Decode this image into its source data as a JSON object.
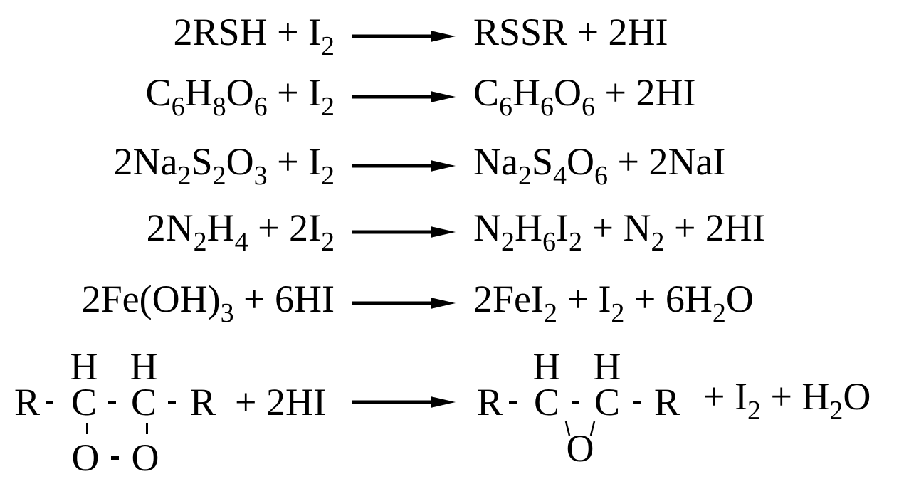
{
  "equations": [
    {
      "lhs": [
        {
          "t": "2RSH + I"
        },
        {
          "s": "2"
        }
      ],
      "rhs": [
        {
          "t": "RSSR + 2HI"
        }
      ]
    },
    {
      "lhs": [
        {
          "t": "C"
        },
        {
          "s": "6"
        },
        {
          "t": "H"
        },
        {
          "s": "8"
        },
        {
          "t": "O"
        },
        {
          "s": "6"
        },
        {
          "t": " + I"
        },
        {
          "s": "2"
        }
      ],
      "rhs": [
        {
          "t": "C"
        },
        {
          "s": "6"
        },
        {
          "t": "H"
        },
        {
          "s": "6"
        },
        {
          "t": "O"
        },
        {
          "s": "6"
        },
        {
          "t": " + 2HI"
        }
      ]
    },
    {
      "lhs": [
        {
          "t": "2Na"
        },
        {
          "s": "2"
        },
        {
          "t": "S"
        },
        {
          "s": "2"
        },
        {
          "t": "O"
        },
        {
          "s": "3"
        },
        {
          "t": " + I"
        },
        {
          "s": "2"
        }
      ],
      "rhs": [
        {
          "t": "Na"
        },
        {
          "s": "2"
        },
        {
          "t": "S"
        },
        {
          "s": "4"
        },
        {
          "t": "O"
        },
        {
          "s": "6"
        },
        {
          "t": " + 2NaI"
        }
      ]
    },
    {
      "lhs": [
        {
          "t": "2N"
        },
        {
          "s": "2"
        },
        {
          "t": "H"
        },
        {
          "s": "4"
        },
        {
          "t": " + 2I"
        },
        {
          "s": "2"
        }
      ],
      "rhs": [
        {
          "t": "N"
        },
        {
          "s": "2"
        },
        {
          "t": "H"
        },
        {
          "s": "6"
        },
        {
          "t": "I"
        },
        {
          "s": "2"
        },
        {
          "t": " + N"
        },
        {
          "s": "2"
        },
        {
          "t": " + 2HI"
        }
      ]
    },
    {
      "lhs": [
        {
          "t": "2Fe(OH)"
        },
        {
          "s": "3"
        },
        {
          "t": " + 6HI"
        }
      ],
      "rhs": [
        {
          "t": "2FeI"
        },
        {
          "s": "2"
        },
        {
          "t": " + I"
        },
        {
          "s": "2"
        },
        {
          "t": " + 6H"
        },
        {
          "s": "2"
        },
        {
          "t": "O"
        }
      ]
    }
  ],
  "structure_reaction": {
    "reactant_atoms": {
      "r1": "R",
      "c1": "C",
      "c2": "C",
      "r2": "R",
      "h1": "H",
      "h2": "H",
      "o1": "O",
      "o2": "O"
    },
    "reagent": "+ 2HI",
    "product_atoms": {
      "r1": "R",
      "c1": "C",
      "c2": "C",
      "r2": "R",
      "h1": "H",
      "h2": "H",
      "o": "O"
    },
    "byproducts": [
      {
        "t": "+ I"
      },
      {
        "s": "2"
      },
      {
        "t": " + H"
      },
      {
        "s": "2"
      },
      {
        "t": "O"
      }
    ]
  }
}
